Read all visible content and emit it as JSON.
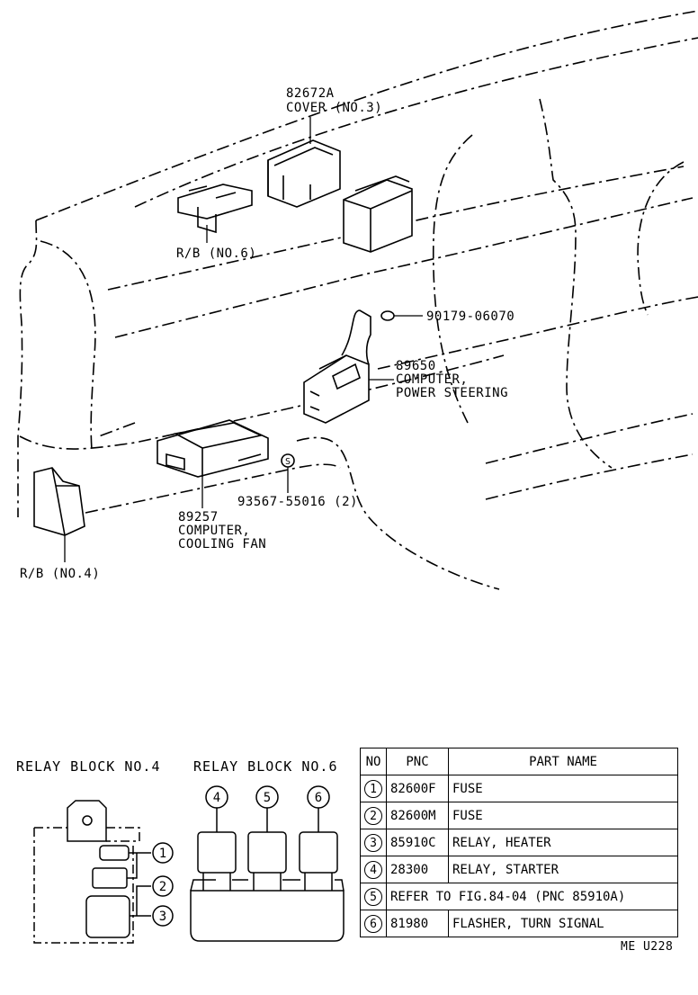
{
  "callouts": {
    "cover_pn": "82672A",
    "cover_name": "COVER (NO.3)",
    "rb6": "R/B (NO.6)",
    "clip_pn": "90179-06070",
    "ps_pn": "89650",
    "ps_line1": "COMPUTER,",
    "ps_line2": "POWER STEERING",
    "screw_pn": "93567-55016 (2)",
    "cf_pn": "89257",
    "cf_line1": "COMPUTER,",
    "cf_line2": "COOLING FAN",
    "rb4": "R/B (NO.4)",
    "screw_symbol": "S"
  },
  "relay_block_4": {
    "title": "RELAY BLOCK NO.4",
    "markers": [
      "1",
      "2",
      "3"
    ]
  },
  "relay_block_6": {
    "title": "RELAY BLOCK NO.6",
    "markers": [
      "4",
      "5",
      "6"
    ]
  },
  "table": {
    "headers": {
      "no": "NO",
      "pnc": "PNC",
      "name": "PART NAME"
    },
    "rows": [
      {
        "no": "1",
        "pnc": "82600F",
        "name": "FUSE"
      },
      {
        "no": "2",
        "pnc": "82600M",
        "name": "FUSE"
      },
      {
        "no": "3",
        "pnc": "85910C",
        "name": "RELAY, HEATER"
      },
      {
        "no": "4",
        "pnc": "28300",
        "name": "RELAY, STARTER"
      },
      {
        "no": "5",
        "refer": "REFER TO FIG.84-04 (PNC 85910A)"
      },
      {
        "no": "6",
        "pnc": "81980",
        "name": "FLASHER, TURN SIGNAL"
      }
    ]
  },
  "figure_code": "ME U228"
}
